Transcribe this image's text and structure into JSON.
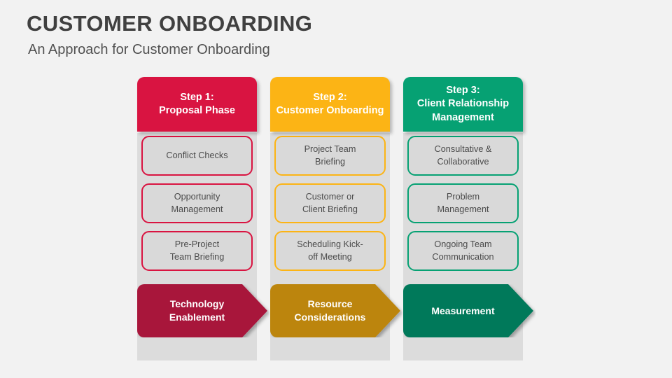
{
  "header": {
    "title": "CUSTOMER ONBOARDING",
    "subtitle": "An Approach for Customer Onboarding"
  },
  "theme": {
    "background": "#f2f2f2",
    "title_color": "#404040",
    "subtitle_color": "#515151",
    "column_body": "#dcdcdc",
    "item_fill": "#d9d9d9",
    "item_text": "#4b4b4b"
  },
  "columns": [
    {
      "id": "step-1",
      "header": "Step 1:\nProposal Phase",
      "header_line_1": "Step 1:",
      "header_line_2": "Proposal Phase",
      "accent": "#D91441",
      "footer_accent": "#A8123A",
      "items": [
        {
          "label": "Conflict Checks"
        },
        {
          "label": "Opportunity\nManagement"
        },
        {
          "label": "Pre-Project\nTeam Briefing"
        }
      ],
      "footer": "Technology\nEnablement"
    },
    {
      "id": "step-2",
      "header": "Step 2:\nCustomer Onboarding",
      "header_line_1": "Step 2:",
      "header_line_2": "Customer Onboarding",
      "accent": "#FCB415",
      "footer_accent": "#BC8508",
      "items": [
        {
          "label": "Project Team\nBriefing"
        },
        {
          "label": "Customer or\nClient Briefing"
        },
        {
          "label": "Scheduling Kick-\noff Meeting"
        }
      ],
      "footer": "Resource\nConsiderations"
    },
    {
      "id": "step-3",
      "header": "Step 3:\nClient Relationship\nManagement",
      "header_line_1": "Step 3:",
      "header_line_2": "Client Relationship",
      "header_line_3": "Management",
      "accent": "#06A173",
      "footer_accent": "#00795A",
      "items": [
        {
          "label": "Consultative &\nCollaborative"
        },
        {
          "label": "Problem\nManagement"
        },
        {
          "label": "Ongoing Team\nCommunication"
        }
      ],
      "footer": "Measurement"
    }
  ]
}
